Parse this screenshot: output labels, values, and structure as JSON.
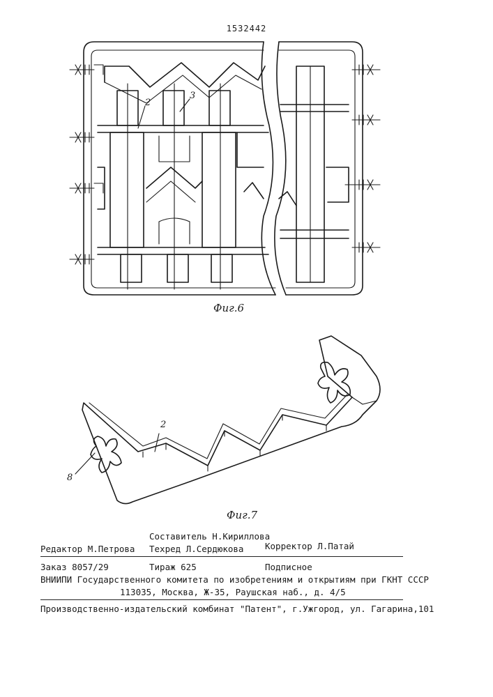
{
  "document": {
    "patent_number": "1532442"
  },
  "figures": [
    {
      "caption": "Фиг.6",
      "refs": [
        "2",
        "3"
      ]
    },
    {
      "caption": "Фиг.7",
      "refs": [
        "2",
        "8"
      ]
    }
  ],
  "imprint": {
    "editor": "Редактор М.Петрова",
    "compiler": "Составитель Н.Кириллова",
    "techred": "Техред Л.Сердюкова",
    "corrector": "Корректор Л.Патай",
    "order": "Заказ 8057/29",
    "circulation": "Тираж 625",
    "subscription": "Подписное",
    "institute": "ВНИИПИ Государственного комитета по изобретениям и открытиям при ГКНТ СССР",
    "address": "113035, Москва, Ж-35, Раушская наб., д. 4/5",
    "printer": "Производственно-издательский комбинат \"Патент\", г.Ужгород, ул. Гагарина,101"
  }
}
